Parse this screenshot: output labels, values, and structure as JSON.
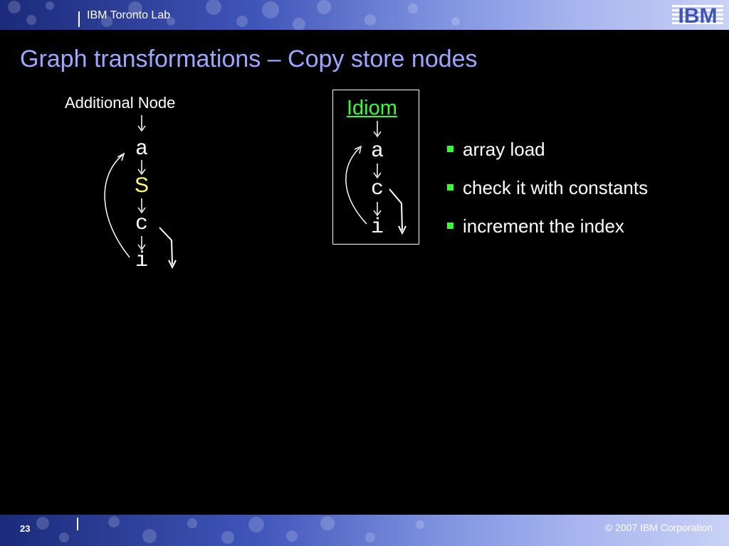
{
  "header": {
    "lab_name": "IBM Toronto Lab",
    "logo_text": "IBM"
  },
  "slide": {
    "title": "Graph transformations – Copy store nodes"
  },
  "left_diagram": {
    "label": "Additional Node",
    "nodes": [
      "a",
      "S",
      "c",
      "i"
    ]
  },
  "idiom_diagram": {
    "title": "Idiom",
    "nodes": [
      "a",
      "c",
      "i"
    ]
  },
  "bullets": [
    "array load",
    "check it with constants",
    "increment the index"
  ],
  "footer": {
    "page_number": "23",
    "copyright": "© 2007 IBM Corporation"
  },
  "colors": {
    "title": "#9ea7ff",
    "highlight_node": "#ffff66",
    "idiom_title": "#33ff33",
    "bullet_marker": "#33ff33",
    "background": "#000000"
  }
}
